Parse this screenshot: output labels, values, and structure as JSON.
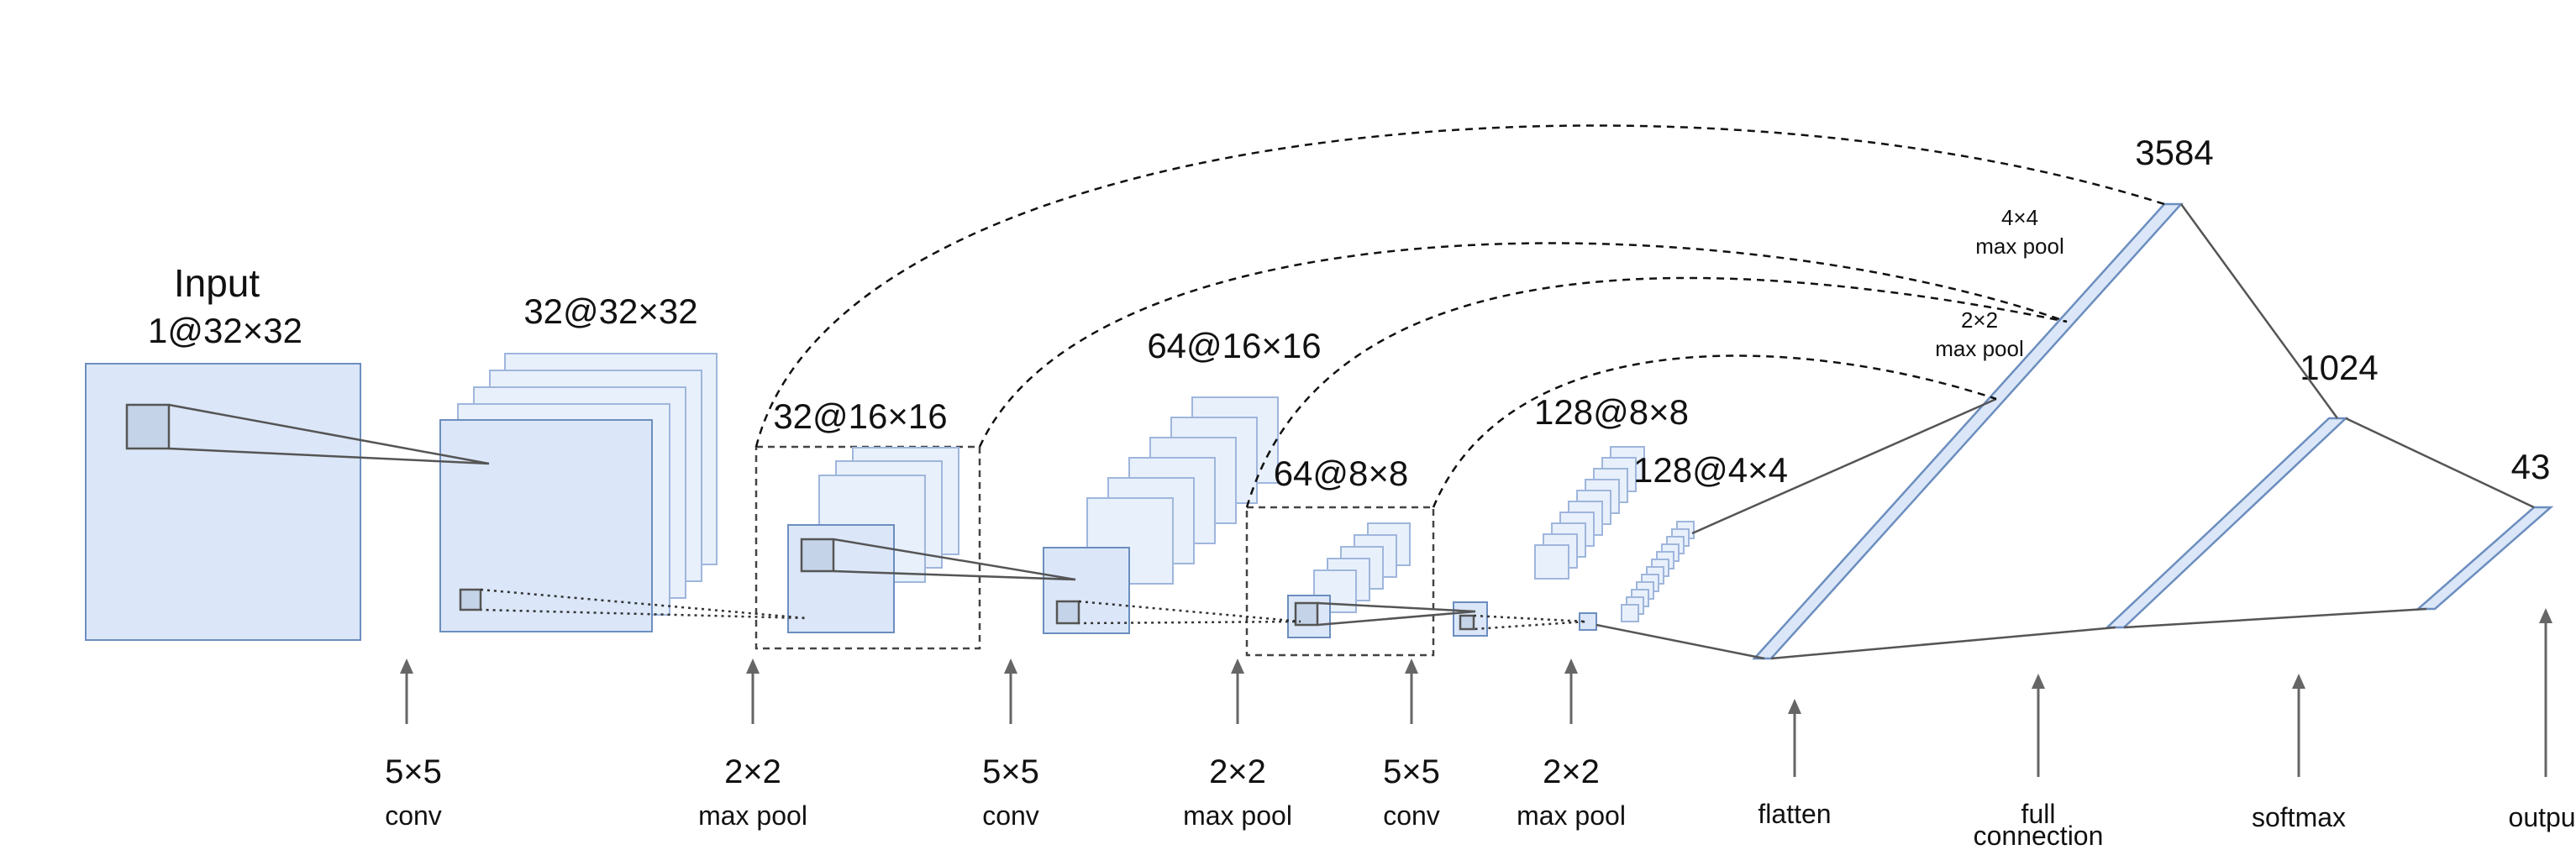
{
  "layers": {
    "input_title": "Input",
    "input_size": "1@32×32",
    "conv1": "32@32×32",
    "pool1": "32@16×16",
    "conv2": "64@16×16",
    "pool2": "64@8×8",
    "conv3": "128@8×8",
    "pool3": "128@4×4",
    "dense1": "3584",
    "dense2": "1024",
    "output": "43"
  },
  "annotations": {
    "pool4x4_line1": "4×4",
    "pool4x4_line2": "max pool",
    "pool2x2_line1": "2×2",
    "pool2x2_line2": "max pool"
  },
  "operations": [
    {
      "line1": "5×5",
      "line2": "conv"
    },
    {
      "line1": "2×2",
      "line2": "max pool"
    },
    {
      "line1": "5×5",
      "line2": "conv"
    },
    {
      "line1": "2×2",
      "line2": "max pool"
    },
    {
      "line1": "5×5",
      "line2": "conv"
    },
    {
      "line1": "2×2",
      "line2": "max pool"
    },
    {
      "line1": "",
      "line2": "flatten"
    },
    {
      "line1": "",
      "line2": "full",
      "line3": "connection"
    },
    {
      "line1": "",
      "line2": "softmax"
    },
    {
      "line1": "",
      "line2": "output"
    }
  ],
  "colors": {
    "map_fill": "#dbe7f8",
    "map_stroke": "#6c8ebf",
    "patch_fill": "#c5d3e8",
    "arrow": "#666666"
  }
}
